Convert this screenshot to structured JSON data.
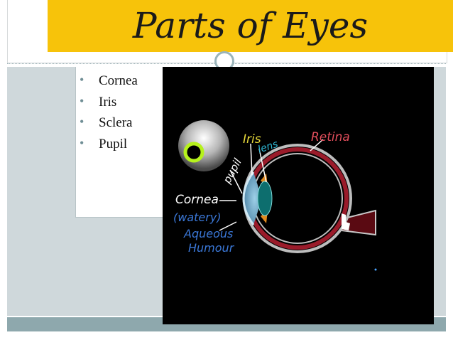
{
  "slide": {
    "title": "Parts of Eyes",
    "bullets": [
      "Cornea",
      "Iris",
      "Sclera",
      "Pupil"
    ]
  },
  "diagram": {
    "labels": {
      "iris": "Iris",
      "lens": "lens",
      "retina": "Retina",
      "pupil": "pupil",
      "cornea": "Cornea",
      "watery": "(watery)",
      "aqueous": "Aqueous",
      "humour": "Humour"
    }
  },
  "colors": {
    "title_bar": "#f7c30a",
    "content_bg": "#cfd8db",
    "bottom_bar": "#8ea8ad",
    "bullet": "#6f8e95"
  }
}
